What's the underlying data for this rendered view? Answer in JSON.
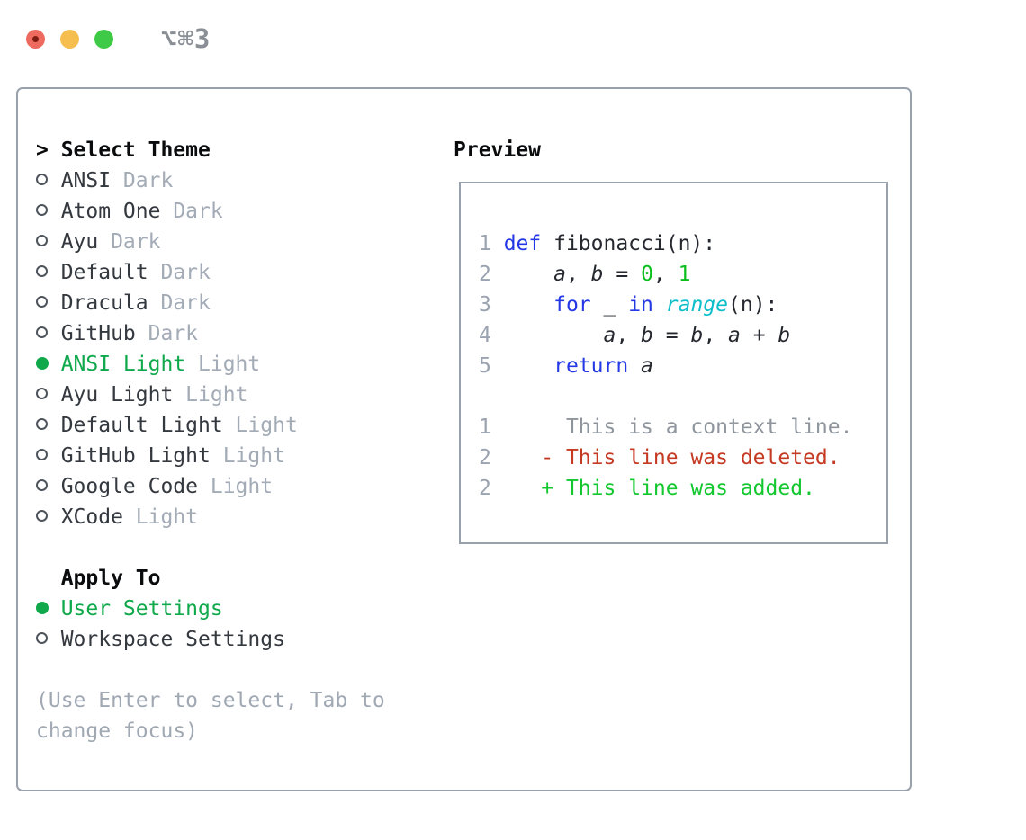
{
  "window": {
    "title": "⌥⌘3",
    "traffic_lights": [
      {
        "name": "close-button"
      },
      {
        "name": "minimize-button"
      },
      {
        "name": "zoom-button"
      }
    ]
  },
  "theme_selector": {
    "header": "Select Theme",
    "cursor": ">",
    "items": [
      {
        "name": "ANSI",
        "variant": "Dark",
        "selected": false
      },
      {
        "name": "Atom One",
        "variant": "Dark",
        "selected": false
      },
      {
        "name": "Ayu",
        "variant": "Dark",
        "selected": false
      },
      {
        "name": "Default",
        "variant": "Dark",
        "selected": false
      },
      {
        "name": "Dracula",
        "variant": "Dark",
        "selected": false
      },
      {
        "name": "GitHub",
        "variant": "Dark",
        "selected": false
      },
      {
        "name": "ANSI Light",
        "variant": "Light",
        "selected": true
      },
      {
        "name": "Ayu Light",
        "variant": "Light",
        "selected": false
      },
      {
        "name": "Default Light",
        "variant": "Light",
        "selected": false
      },
      {
        "name": "GitHub Light",
        "variant": "Light",
        "selected": false
      },
      {
        "name": "Google Code",
        "variant": "Light",
        "selected": false
      },
      {
        "name": "XCode",
        "variant": "Light",
        "selected": false
      }
    ]
  },
  "apply_to": {
    "header": "Apply To",
    "options": [
      {
        "label": "User Settings",
        "selected": true
      },
      {
        "label": "Workspace Settings",
        "selected": false
      }
    ]
  },
  "help_text": "(Use Enter to select, Tab to change focus)",
  "preview": {
    "header": "Preview",
    "code_lines": [
      {
        "num": "1",
        "tokens": [
          {
            "text": "def",
            "style": "kw"
          },
          {
            "text": " fibonacci(n):",
            "style": "plain"
          }
        ]
      },
      {
        "num": "2",
        "tokens": [
          {
            "text": "    ",
            "style": "plain"
          },
          {
            "text": "a",
            "style": "var"
          },
          {
            "text": ", ",
            "style": "plain"
          },
          {
            "text": "b",
            "style": "var"
          },
          {
            "text": " = ",
            "style": "plain"
          },
          {
            "text": "0",
            "style": "num"
          },
          {
            "text": ", ",
            "style": "plain"
          },
          {
            "text": "1",
            "style": "num"
          }
        ]
      },
      {
        "num": "3",
        "tokens": [
          {
            "text": "    ",
            "style": "plain"
          },
          {
            "text": "for",
            "style": "kw"
          },
          {
            "text": " _ ",
            "style": "plain"
          },
          {
            "text": "in",
            "style": "kw"
          },
          {
            "text": " ",
            "style": "plain"
          },
          {
            "text": "range",
            "style": "builtin"
          },
          {
            "text": "(n):",
            "style": "plain"
          }
        ]
      },
      {
        "num": "4",
        "tokens": [
          {
            "text": "        ",
            "style": "plain"
          },
          {
            "text": "a",
            "style": "var"
          },
          {
            "text": ", ",
            "style": "plain"
          },
          {
            "text": "b",
            "style": "var"
          },
          {
            "text": " = ",
            "style": "plain"
          },
          {
            "text": "b",
            "style": "var"
          },
          {
            "text": ", ",
            "style": "plain"
          },
          {
            "text": "a",
            "style": "var"
          },
          {
            "text": " + ",
            "style": "plain"
          },
          {
            "text": "b",
            "style": "var"
          }
        ]
      },
      {
        "num": "5",
        "tokens": [
          {
            "text": "    ",
            "style": "plain"
          },
          {
            "text": "return",
            "style": "kw"
          },
          {
            "text": " ",
            "style": "plain"
          },
          {
            "text": "a",
            "style": "var"
          }
        ]
      }
    ],
    "diff_lines": [
      {
        "num": "1",
        "marker": " ",
        "text": "This is a context line.",
        "kind": "context"
      },
      {
        "num": "2",
        "marker": "-",
        "text": "This line was deleted.",
        "kind": "deleted"
      },
      {
        "num": "2",
        "marker": "+",
        "text": "This line was added.",
        "kind": "added"
      }
    ]
  },
  "colors": {
    "accent_green": "#0fa94b",
    "muted_gray": "#9aa3af",
    "border_gray": "#99a1ad",
    "code_keyword_blue": "#2438e5",
    "code_builtin_cyan": "#0ebecb",
    "code_number_green": "#0bbe1d",
    "diff_deleted_red": "#c53a22",
    "diff_added_green": "#12c82e",
    "traffic_red": "#ee6a5e",
    "traffic_yellow": "#f6be4f",
    "traffic_green": "#3ec946"
  }
}
